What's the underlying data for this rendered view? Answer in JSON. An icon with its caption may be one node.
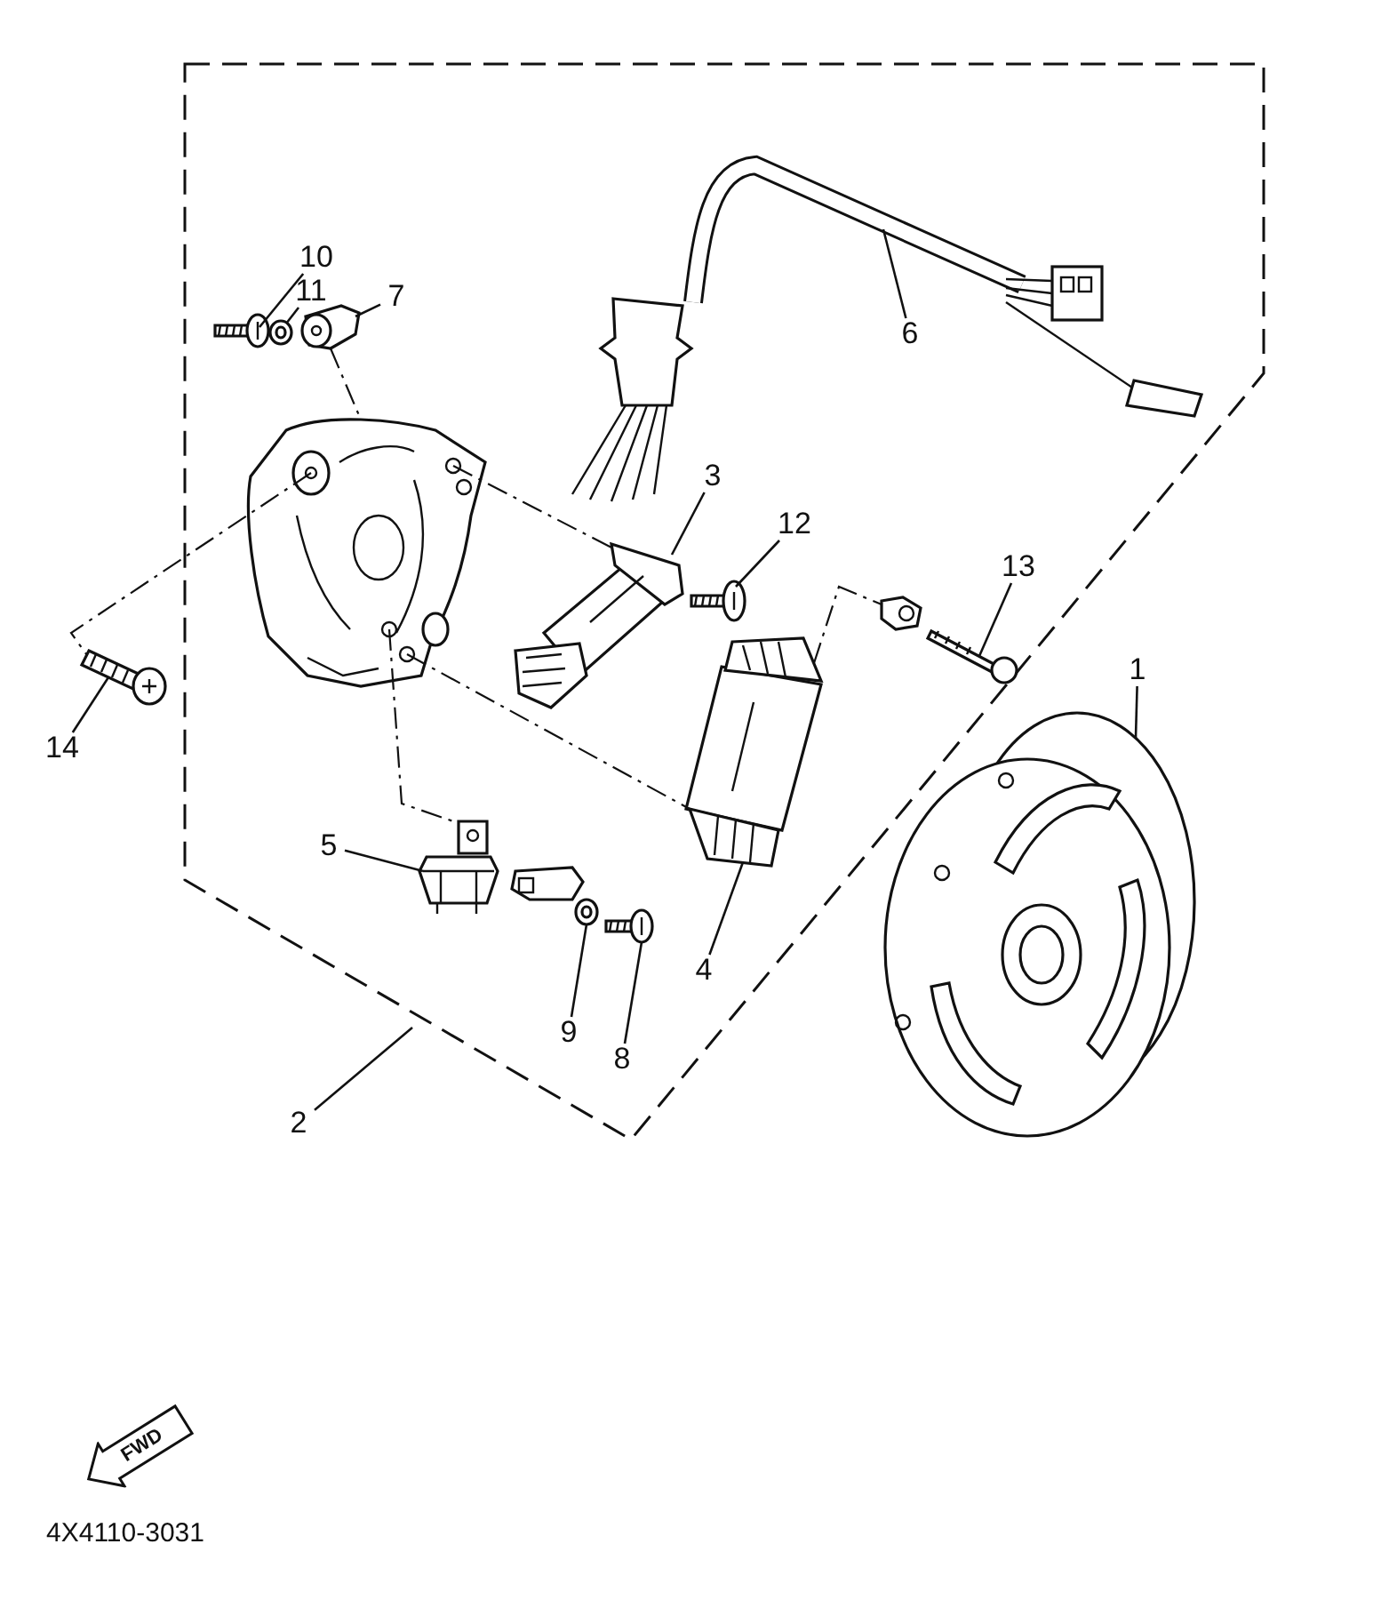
{
  "diagram": {
    "nodes": [
      {
        "text": [],
        "shape": "box"
      },
      {
        "text": [
          "10"
        ],
        "in": 0
      },
      {
        "text": [
          "11"
        ],
        "in": 0
      },
      {
        "text": [
          "7"
        ],
        "in": 0
      },
      {
        "text": [],
        "shape": "picture",
        "in": 0
      },
      {
        "text": [],
        "shape": "picture",
        "in": 0
      },
      {
        "text": [],
        "shape": "picture",
        "in": 0
      },
      {
        "text": [
          "6"
        ],
        "in": 0
      },
      {
        "text": [],
        "shape": "picture",
        "in": 0
      },
      {
        "text": [],
        "shape": "picture",
        "in": 0
      },
      {
        "text": [
          "3"
        ],
        "in": 0
      },
      {
        "text": [],
        "shape": "picture",
        "in": 0
      },
      {
        "text": [
          "12"
        ],
        "in": 0
      },
      {
        "text": [],
        "shape": "picture",
        "in": 0
      },
      {
        "text": [
          "13"
        ],
        "in": 0
      },
      {
        "text": [],
        "shape": "picture",
        "in": 0
      },
      {
        "text": [],
        "shape": "picture",
        "in": 0
      },
      {
        "text": [],
        "shape": "picture",
        "in": 0
      },
      {
        "text": [
          "5"
        ],
        "in": 0
      },
      {
        "text": [],
        "shape": "picture",
        "in": 0
      },
      {
        "text": [],
        "shape": "picture",
        "in": 0
      },
      {
        "text": [],
        "shape": "picture",
        "in": 0
      },
      {
        "text": [],
        "shape": "picture",
        "in": 0
      },
      {
        "text": [
          "4"
        ],
        "in": 0
      },
      {
        "text": [
          "9"
        ],
        "in": 0
      },
      {
        "text": [
          "8"
        ],
        "in": 0
      },
      {
        "text": [
          "1"
        ]
      },
      {
        "text": [],
        "shape": "picture"
      },
      {
        "text": [
          "14"
        ]
      },
      {
        "text": [],
        "shape": "picture"
      },
      {
        "text": [
          "2"
        ]
      }
    ],
    "edges": [
      {
        "from": 1,
        "to": 4,
        "arrow": "none"
      },
      {
        "from": 2,
        "to": 5,
        "arrow": "none"
      },
      {
        "from": 3,
        "to": 6,
        "arrow": "none"
      },
      {
        "from": 7,
        "to": 8,
        "arrow": "none"
      },
      {
        "from": 10,
        "to": 11,
        "arrow": "none"
      },
      {
        "from": 12,
        "to": 13,
        "arrow": "none"
      },
      {
        "from": 14,
        "to": 16,
        "arrow": "none"
      },
      {
        "from": 18,
        "to": 19,
        "arrow": "none"
      },
      {
        "from": 23,
        "to": 17,
        "arrow": "none"
      },
      {
        "from": 24,
        "to": 21,
        "arrow": "none"
      },
      {
        "from": 25,
        "to": 22,
        "arrow": "none"
      },
      {
        "from": 26,
        "to": 27,
        "arrow": "none"
      },
      {
        "from": 28,
        "to": 29,
        "arrow": "none"
      },
      {
        "from": 30,
        "to": 0,
        "arrow": "none"
      },
      {
        "from": 6,
        "to": 9,
        "arrow": "none",
        "style": "dashed"
      },
      {
        "from": 9,
        "to": 11,
        "arrow": "none",
        "style": "dashed"
      },
      {
        "from": 9,
        "to": 29,
        "arrow": "none",
        "style": "dashed"
      },
      {
        "from": 9,
        "to": 17,
        "arrow": "none",
        "style": "dashed"
      },
      {
        "from": 9,
        "to": 19,
        "arrow": "none",
        "style": "dashed"
      },
      {
        "from": 17,
        "to": 15,
        "arrow": "none",
        "style": "dashed"
      }
    ],
    "labels": [
      "FWD",
      "4X4110-3031"
    ]
  }
}
